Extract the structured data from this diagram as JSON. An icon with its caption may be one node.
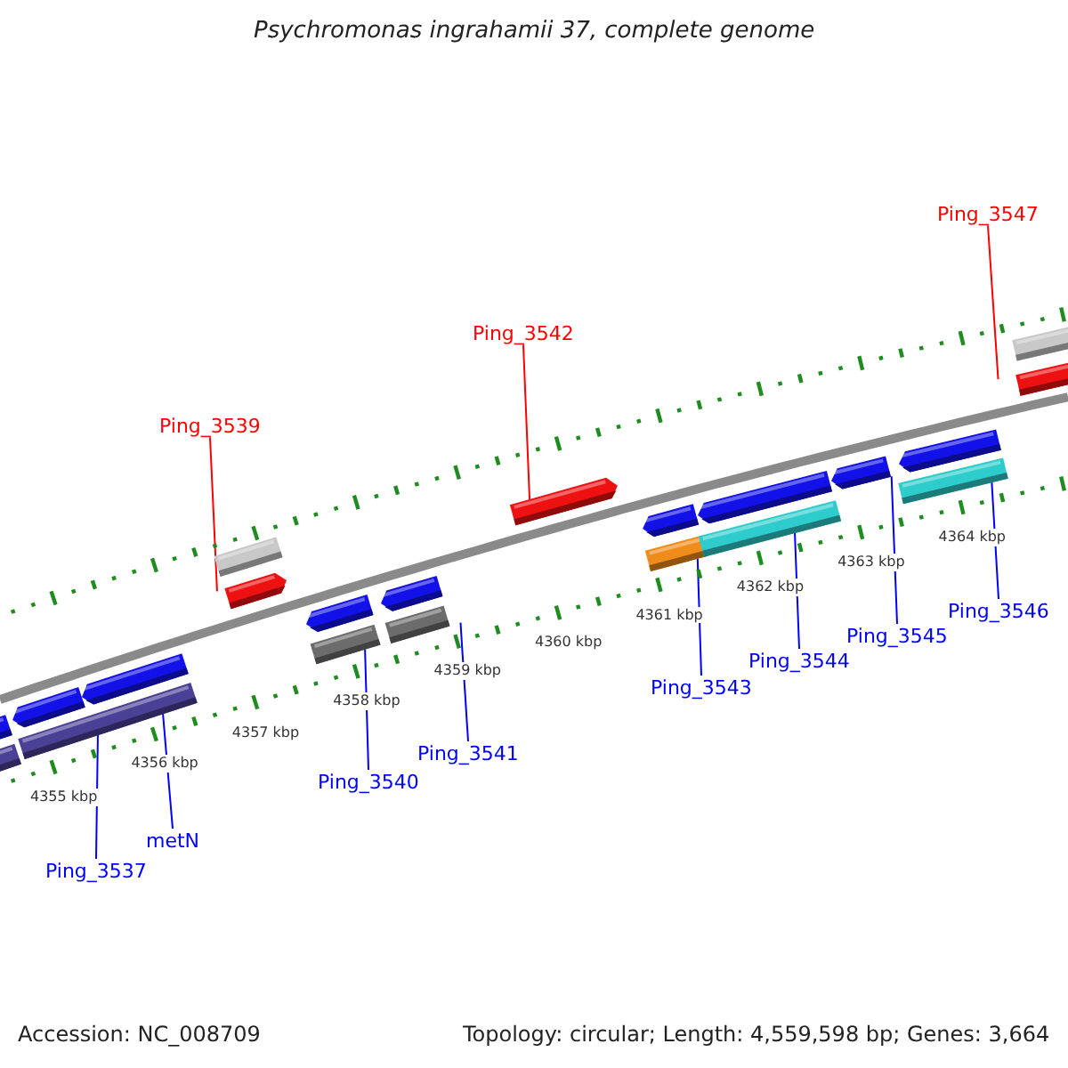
{
  "diagram": {
    "title": "Psychromonas ingrahamii 37, complete genome",
    "nodes": [
      {
        "text": [
          "Ping_3547"
        ]
      },
      {
        "text": [
          "Ping_3542"
        ]
      },
      {
        "text": [
          "Ping_3539"
        ]
      },
      {
        "text": [
          "Ping_3546"
        ]
      },
      {
        "text": [
          "Ping_3545"
        ]
      },
      {
        "text": [
          "Ping_3544"
        ]
      },
      {
        "text": [
          "Ping_3543"
        ]
      },
      {
        "text": [
          "Ping_3541"
        ]
      },
      {
        "text": [
          "Ping_3540"
        ]
      },
      {
        "text": [
          "metN"
        ]
      },
      {
        "text": [
          "Ping_3537"
        ]
      },
      {
        "text": [],
        "shape": "arrow"
      },
      {
        "text": [],
        "shape": "bar"
      },
      {
        "text": [],
        "shape": "arrow"
      },
      {
        "text": [],
        "shape": "arrow"
      },
      {
        "text": [],
        "shape": "bar"
      },
      {
        "text": [],
        "shape": "bar"
      },
      {
        "text": [],
        "shape": "arrow"
      },
      {
        "text": [],
        "shape": "arrow"
      },
      {
        "text": [],
        "shape": "bar"
      },
      {
        "text": [],
        "shape": "arrow"
      },
      {
        "text": [],
        "shape": "bar"
      },
      {
        "text": [],
        "shape": "arrow"
      },
      {
        "text": [],
        "shape": "arrow"
      },
      {
        "text": [],
        "shape": "bar"
      },
      {
        "text": [],
        "shape": "arrow"
      },
      {
        "text": [],
        "shape": "bar"
      },
      {
        "text": [],
        "shape": "arrow"
      },
      {
        "text": [],
        "shape": "arrow"
      },
      {
        "text": [],
        "shape": "bar"
      },
      {
        "text": [],
        "shape": "bar"
      },
      {
        "text": [],
        "shape": "arrow"
      }
    ],
    "edges": [
      {
        "from": 0,
        "to": 31,
        "arrow": "none",
        "color": "#ff0000"
      },
      {
        "from": 1,
        "to": 22,
        "arrow": "none",
        "color": "#ff0000"
      },
      {
        "from": 2,
        "to": 17,
        "arrow": "none",
        "color": "#ff0000"
      },
      {
        "from": 3,
        "to": 29,
        "arrow": "none"
      },
      {
        "from": 4,
        "to": 27,
        "arrow": "none"
      },
      {
        "from": 5,
        "to": 26,
        "arrow": "none"
      },
      {
        "from": 6,
        "to": 24,
        "arrow": "none"
      },
      {
        "from": 7,
        "to": 21,
        "arrow": "none"
      },
      {
        "from": 8,
        "to": 19,
        "arrow": "none"
      },
      {
        "from": 9,
        "to": 15,
        "arrow": "none"
      },
      {
        "from": 10,
        "to": 15,
        "arrow": "none"
      }
    ],
    "labels": [
      "4355 kbp",
      "4356 kbp",
      "4357 kbp",
      "4358 kbp",
      "4359 kbp",
      "4360 kbp",
      "4361 kbp",
      "4362 kbp",
      "4363 kbp",
      "4364 kbp",
      "Accession: NC_008709",
      "Topology: circular; Length: 4,559,598 bp; Genes: 3,664"
    ]
  }
}
